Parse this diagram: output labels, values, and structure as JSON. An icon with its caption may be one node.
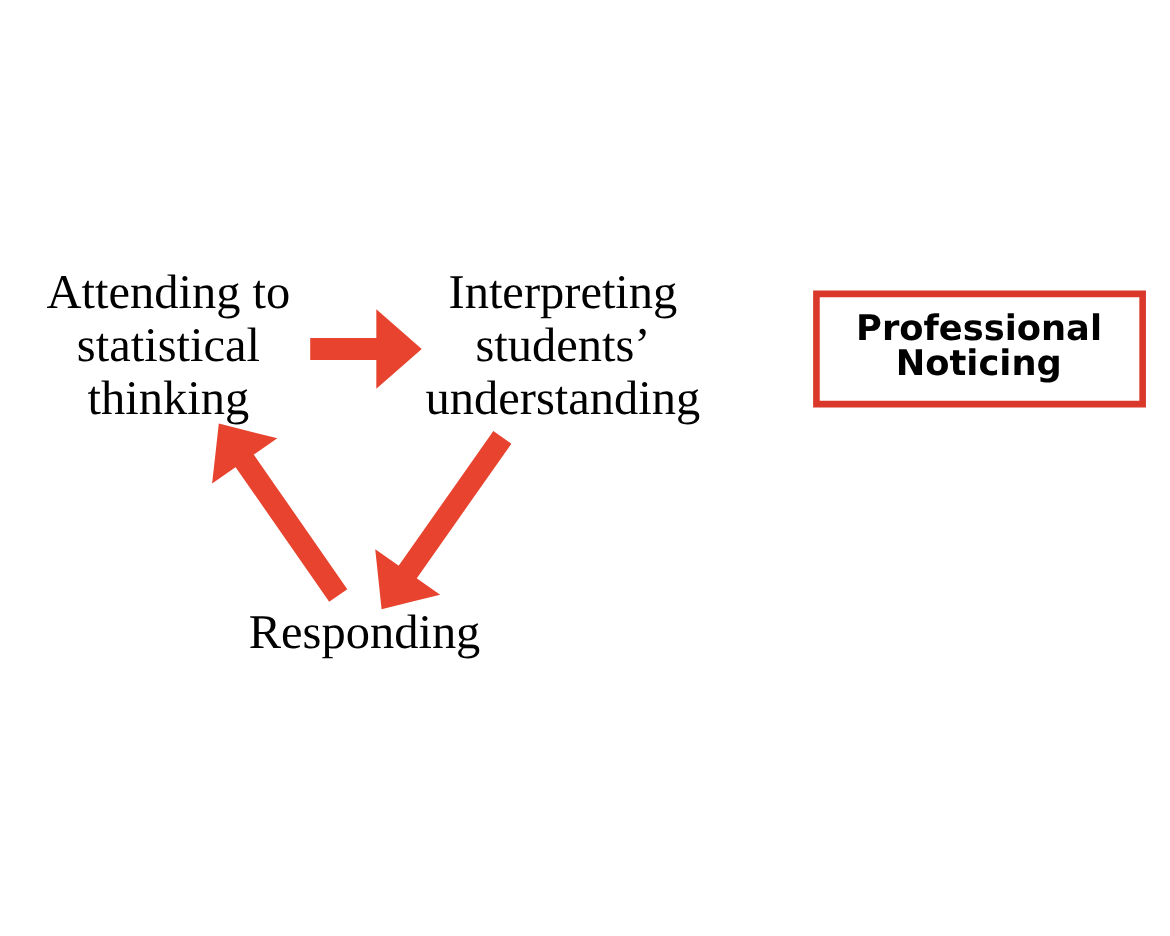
{
  "diagram": {
    "nodes": [
      {
        "text": [
          "Attending to statistical thinking"
        ]
      },
      {
        "text": [
          "Interpreting students’ understanding"
        ]
      },
      {
        "text": [
          "Responding"
        ]
      },
      {
        "text": [
          "Professional Noticing"
        ]
      }
    ],
    "edges": [
      {
        "from": 0,
        "to": 1,
        "arrow": "to"
      },
      {
        "from": 1,
        "to": 2,
        "arrow": "to"
      },
      {
        "from": 2,
        "to": 0,
        "arrow": "to"
      }
    ]
  }
}
